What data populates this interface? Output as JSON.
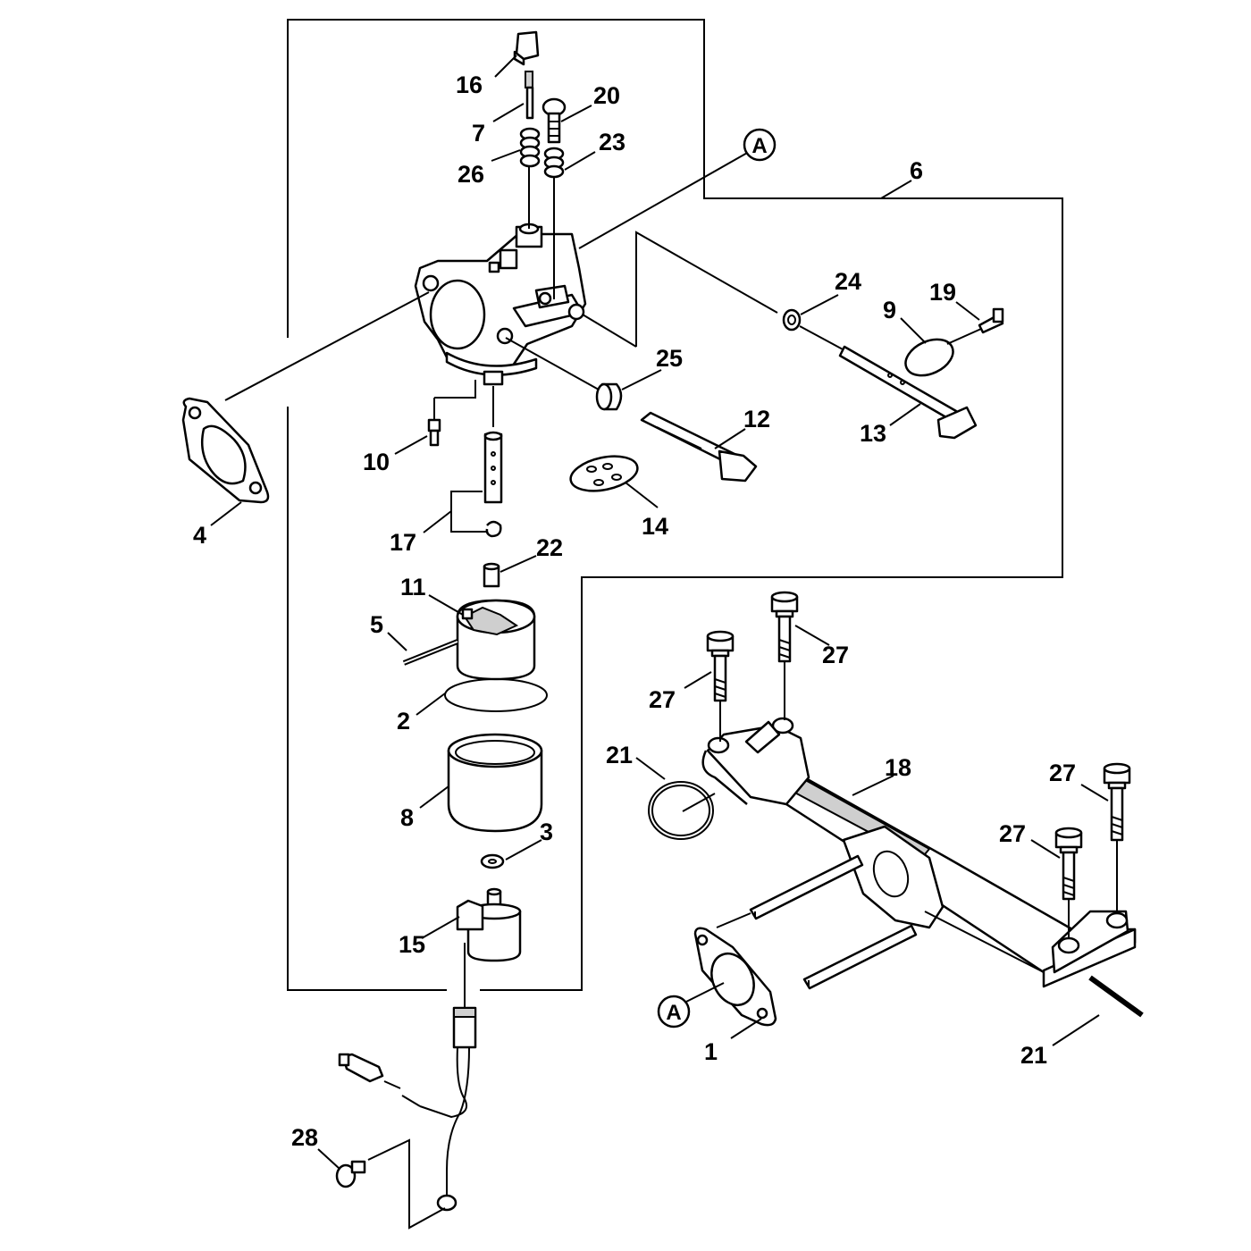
{
  "callouts": {
    "c1": "1",
    "c2": "2",
    "c3": "3",
    "c4": "4",
    "c5": "5",
    "c6": "6",
    "c7": "7",
    "c8": "8",
    "c9": "9",
    "c10": "10",
    "c11": "11",
    "c12": "12",
    "c13": "13",
    "c14": "14",
    "c15": "15",
    "c16": "16",
    "c17": "17",
    "c18": "18",
    "c19": "19",
    "c20": "20",
    "c21a": "21",
    "c21b": "21",
    "c22": "22",
    "c23": "23",
    "c24": "24",
    "c25": "25",
    "c26": "26",
    "c27a": "27",
    "c27b": "27",
    "c27c": "27",
    "c27d": "27",
    "c28": "28"
  },
  "refs": {
    "a_top": "A",
    "a_bottom": "A"
  }
}
